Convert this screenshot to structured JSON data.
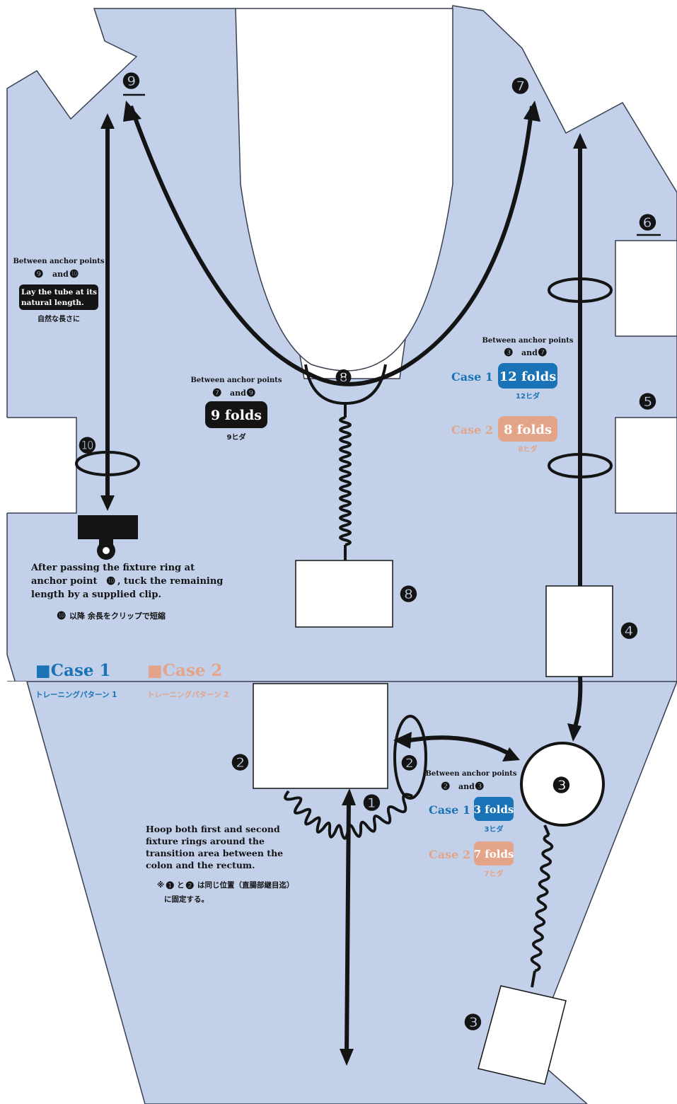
{
  "colors": {
    "board": "#c2d1e9",
    "outline": "#3a3f52",
    "ink": "#141414",
    "case1": "#1a73b6",
    "case2": "#e3a48a",
    "white": "#ffffff"
  },
  "anchors": {
    "n1": "❶",
    "n2": "❷",
    "n3": "❸",
    "n4": "❹",
    "n5": "❺",
    "n6": "❻",
    "n7": "❼",
    "n8": "❽",
    "n9": "❾",
    "n10": "❿"
  },
  "note_9_10": {
    "header": "Between anchor points",
    "a": "❾",
    "and": "and",
    "b": "❿",
    "line1": "Lay the tube at its",
    "line2": "natural length.",
    "jp": "自然な長さに"
  },
  "note_7_9": {
    "header": "Between anchor points",
    "a": "❼",
    "and": "and",
    "b": "❾",
    "folds": "9 folds",
    "jp": "9ヒダ"
  },
  "note_3_7": {
    "header": "Between anchor points",
    "a": "❸",
    "and": "and",
    "b": "❼",
    "case1_label": "Case 1",
    "case1_folds": "12 folds",
    "case1_jp": "12ヒダ",
    "case2_label": "Case 2",
    "case2_folds": "8 folds",
    "case2_jp": "8ヒダ"
  },
  "note_2_3": {
    "header": "Between anchor points",
    "a": "❷",
    "and": "and",
    "b": "❸",
    "case1_label": "Case 1",
    "case1_folds": "3 folds",
    "case1_jp": "3ヒダ",
    "case2_label": "Case 2",
    "case2_folds": "7 folds",
    "case2_jp": "7ヒダ"
  },
  "clip_note": {
    "line1": "After passing the fixture ring at",
    "line2a": "anchor point",
    "line2b": ", tuck the remaining",
    "line3": "length by a supplied clip.",
    "jp": "以降 余長をクリップで短縮"
  },
  "hoop_note": {
    "line1": "Hoop both first and second",
    "line2": "fixture rings around the",
    "line3": "transition area between the",
    "line4": "colon and the rectum.",
    "jp1": "※",
    "jp1b": "と",
    "jp1c": "は同じ位置（直腸部継目迄）",
    "jp2": "に固定する。"
  },
  "legend": {
    "case1_title": "■Case 1",
    "case1_jp": "トレーニングパターン 1",
    "case2_title": "■Case 2",
    "case2_jp": "トレーニングパターン 2"
  }
}
